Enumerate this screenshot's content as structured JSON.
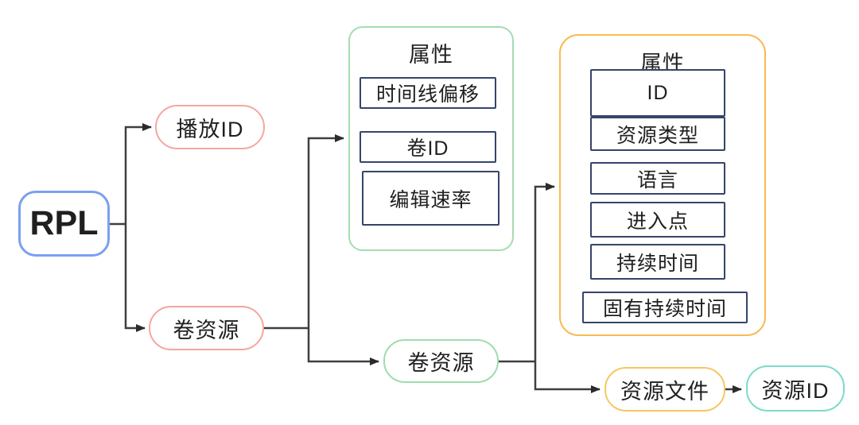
{
  "diagram": {
    "root": {
      "label": "RPL"
    },
    "level1": {
      "play_id": {
        "label": "播放ID"
      },
      "reel_resource": {
        "label": "卷资源"
      }
    },
    "reel_attributes": {
      "title": "属性",
      "items": [
        "时间线偏移",
        "卷ID",
        "编辑速率"
      ]
    },
    "reel_resource_child": {
      "label": "卷资源"
    },
    "asset_attributes": {
      "title": "属性",
      "items": [
        "ID",
        "资源类型",
        "语言",
        "进入点",
        "持续时间",
        "固有持续时间"
      ]
    },
    "resource_file": {
      "label": "资源文件"
    },
    "resource_id": {
      "label": "资源ID"
    }
  },
  "colors": {
    "root_border": "#7b9ff2",
    "level1_border": "#f5a6a0",
    "green_group_border": "#a5dcb0",
    "orange_group_border": "#f8bb54",
    "resource_file_border": "#f6c761",
    "resource_id_border": "#7adcc8",
    "attribute_box_border": "#35446b",
    "connector": "#3f3f3f",
    "text": "#1f1f1f",
    "background": "#ffffff"
  }
}
